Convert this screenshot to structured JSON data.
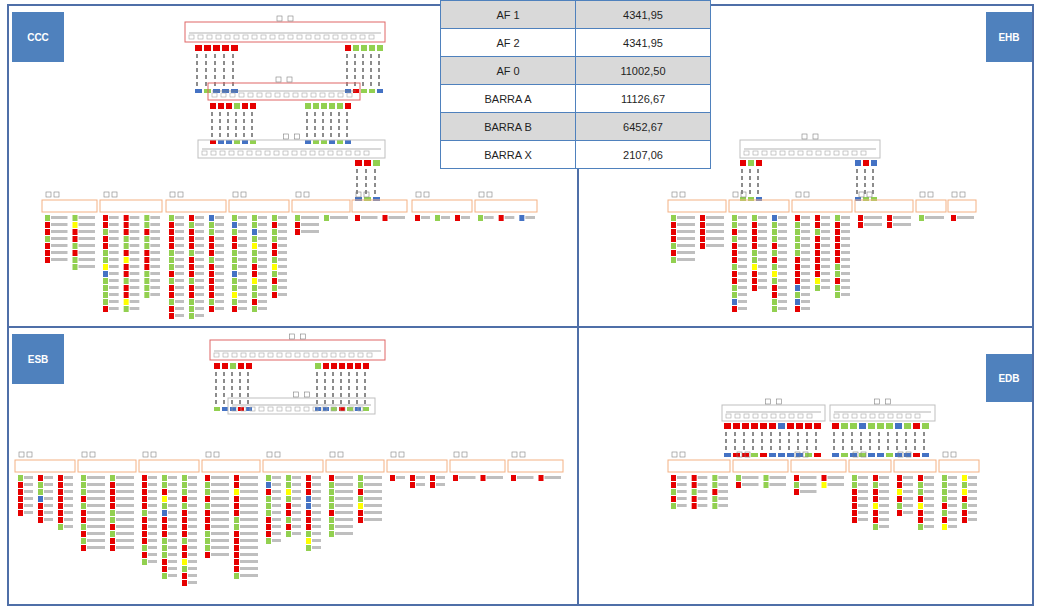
{
  "diagram": {
    "nodes": [
      {
        "text": [
          "CCC"
        ]
      },
      {
        "text": [
          "EHB"
        ]
      },
      {
        "text": [
          "ESB"
        ]
      },
      {
        "text": [
          "EDB"
        ]
      }
    ],
    "labels": [
      "AF 1",
      "4341,95",
      "AF 2",
      "4341,95",
      "AF 0",
      "11002,50",
      "BARRA A",
      "11126,67",
      "BARRA B",
      "6452,67",
      "BARRA X",
      "2107,06"
    ]
  }
}
